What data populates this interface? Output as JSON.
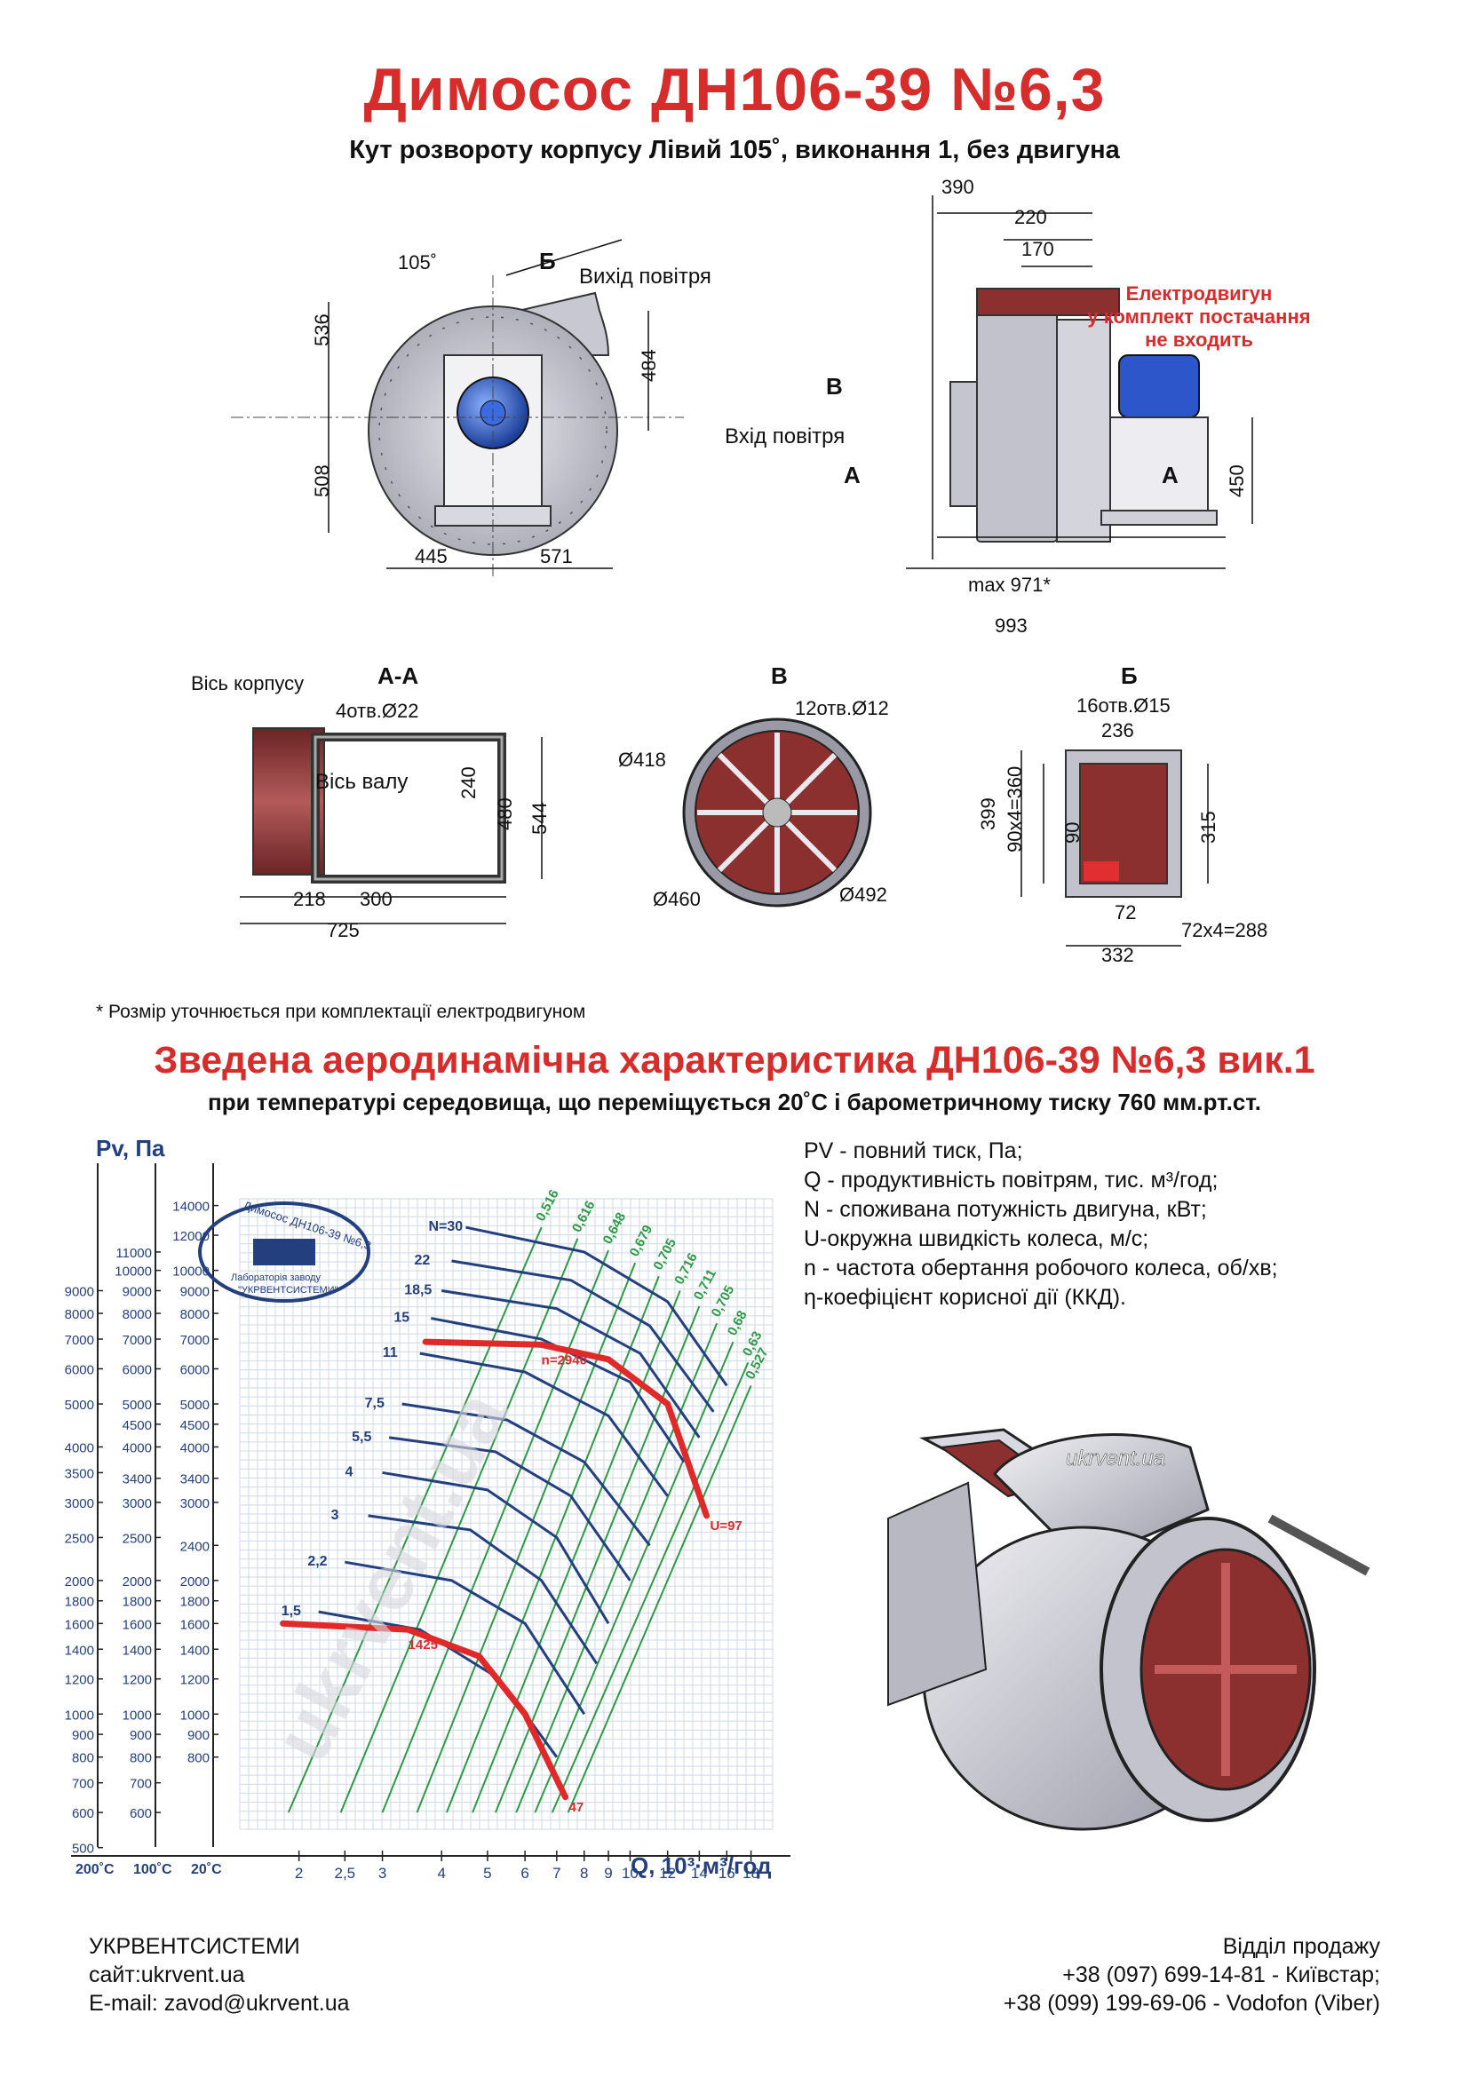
{
  "title": "Димосос  ДН106-39 №6,3",
  "subtitle": "Кут розвороту корпусу Лівий 105˚, виконання 1, без двигуна",
  "front_view": {
    "angle": "105˚",
    "section_b": "Б",
    "air_out": "Вихід повітря",
    "dims": {
      "h_top": "536",
      "h_bottom": "508",
      "h_right": "484",
      "w_left": "445",
      "w_right": "571"
    }
  },
  "side_view": {
    "dims": {
      "d390": "390",
      "d220": "220",
      "d170": "170",
      "d450": "450",
      "max971": "max 971*",
      "d993": "993"
    },
    "motor_note": [
      "Електродвигун",
      "у комплект постачання",
      "не входить"
    ],
    "section_v": "В",
    "air_in": "Вхід повітря",
    "section_a_left": "А",
    "section_a_right": "А"
  },
  "section_aa": {
    "title": "А-А",
    "axis_body": "Вісь корпусу",
    "holes": "4отв.Ø22",
    "axis_shaft": "Вісь валу",
    "dims": {
      "d240": "240",
      "d480": "480",
      "d544": "544",
      "d218": "218",
      "d300": "300",
      "d725": "725"
    }
  },
  "section_v": {
    "title": "В",
    "holes": "12отв.Ø12",
    "d418": "Ø418",
    "d460": "Ø460",
    "d492": "Ø492"
  },
  "section_b": {
    "title": "Б",
    "holes": "16отв.Ø15",
    "dims": {
      "d236": "236",
      "d399": "399",
      "d90x4": "90х4=360",
      "d90": "90",
      "d315": "315",
      "d72": "72",
      "d72x4": "72х4=288",
      "d332": "332"
    }
  },
  "footnote": "* Розмір уточнюється при комплектації електродвигуном",
  "chart_heading": "Зведена аеродинамічна характеристика ДН106-39 №6,3 вик.1",
  "chart_subheading": "при температурі середовища, що переміщується 20˚С і барометричному тиску 760 мм.рт.ст.",
  "chart_data": {
    "type": "line",
    "ylabel": "Pv, Па",
    "xlabel": "Q, 10³·м³/год",
    "scale": "log-log",
    "temperature_columns": [
      "200˚С",
      "100˚С",
      "20˚С"
    ],
    "y_ticks_200C": [
      "9000",
      "8000",
      "7000",
      "6000",
      "5000",
      "4000",
      "3500",
      "3000",
      "2500",
      "2000",
      "1800",
      "1600",
      "1400",
      "1200",
      "1000",
      "900",
      "800",
      "700",
      "600",
      "500"
    ],
    "y_ticks_100C": [
      "11000",
      "10000",
      "9000",
      "8000",
      "7000",
      "6000",
      "5000",
      "4500",
      "4000",
      "3400",
      "3000",
      "2500",
      "2000",
      "1800",
      "1600",
      "1400",
      "1200",
      "1000",
      "900",
      "800",
      "700",
      "600"
    ],
    "y_ticks_20C": [
      "14000",
      "12000",
      "10000",
      "9000",
      "8000",
      "7000",
      "6000",
      "5000",
      "4500",
      "4000",
      "3400",
      "3000",
      "2400",
      "2000",
      "1800",
      "1600",
      "1400",
      "1200",
      "1000",
      "900",
      "800"
    ],
    "x_ticks": [
      "2",
      "2,5",
      "3",
      "4",
      "5",
      "6",
      "7",
      "8",
      "9",
      "10",
      "12",
      "14",
      "16",
      "18"
    ],
    "series": [
      {
        "name": "N=30",
        "values": [
          [
            4.5,
            12500
          ],
          [
            8,
            11000
          ],
          [
            12,
            8500
          ],
          [
            16,
            5500
          ]
        ]
      },
      {
        "name": "22",
        "values": [
          [
            4.2,
            10500
          ],
          [
            7.5,
            9500
          ],
          [
            11,
            7500
          ],
          [
            15,
            4800
          ]
        ]
      },
      {
        "name": "18,5",
        "values": [
          [
            4,
            9000
          ],
          [
            7,
            8200
          ],
          [
            10.5,
            6500
          ],
          [
            14,
            4200
          ]
        ]
      },
      {
        "name": "15",
        "values": [
          [
            3.8,
            7800
          ],
          [
            6.5,
            7000
          ],
          [
            10,
            5600
          ],
          [
            13,
            3700
          ]
        ]
      },
      {
        "name": "11",
        "values": [
          [
            3.6,
            6500
          ],
          [
            6,
            5900
          ],
          [
            9,
            4700
          ],
          [
            12,
            3100
          ]
        ]
      },
      {
        "name": "7,5",
        "values": [
          [
            3.3,
            5000
          ],
          [
            5.5,
            4600
          ],
          [
            8,
            3700
          ],
          [
            11,
            2400
          ]
        ]
      },
      {
        "name": "5,5",
        "values": [
          [
            3.1,
            4200
          ],
          [
            5.2,
            3900
          ],
          [
            7.5,
            3100
          ],
          [
            10,
            2000
          ]
        ]
      },
      {
        "name": "4",
        "values": [
          [
            3,
            3500
          ],
          [
            5,
            3200
          ],
          [
            7,
            2500
          ],
          [
            9,
            1600
          ]
        ]
      },
      {
        "name": "3",
        "values": [
          [
            2.8,
            2800
          ],
          [
            4.6,
            2600
          ],
          [
            6.5,
            2000
          ],
          [
            8.5,
            1300
          ]
        ]
      },
      {
        "name": "2,2",
        "values": [
          [
            2.5,
            2200
          ],
          [
            4.2,
            2000
          ],
          [
            6,
            1600
          ],
          [
            8,
            1000
          ]
        ]
      },
      {
        "name": "1,5",
        "values": [
          [
            2.2,
            1700
          ],
          [
            3.6,
            1550
          ],
          [
            5.3,
            1200
          ],
          [
            7,
            800
          ]
        ]
      }
    ],
    "speed_curves": [
      {
        "name": "n=2940",
        "label_end": "U=97",
        "values": [
          [
            3.7,
            6900
          ],
          [
            6.5,
            6800
          ],
          [
            9,
            6300
          ],
          [
            12,
            5000
          ],
          [
            14.5,
            2800
          ]
        ]
      },
      {
        "name": "1425",
        "label_end": "47",
        "values": [
          [
            1.85,
            1600
          ],
          [
            3.4,
            1550
          ],
          [
            4.8,
            1350
          ],
          [
            6,
            1000
          ],
          [
            7.3,
            650
          ]
        ]
      }
    ],
    "efficiency_labels": [
      "0,516",
      "0,616",
      "0,648",
      "0,679",
      "0,705",
      "0,716",
      "0,711",
      "0,705",
      "0,68",
      "0,63",
      "0,527"
    ],
    "stamp": [
      "Димосос ДН106-39 №6,3",
      "Лабораторія заводу",
      "\"УКРВЕНТСИСТЕМИ\""
    ]
  },
  "legend": [
    "PV - повний тиск, Па;",
    "Q - продуктивність повітрям, тис. м³/год;",
    "N - споживана потужність двигуна, кВт;",
    "U-окружна швидкість колеса, м/с;",
    "n - частота обертання робочого колеса, об/хв;",
    "η-коефіцієнт корисної дії (ККД)."
  ],
  "watermark": "ukrvent.ua",
  "footer": {
    "company": "УКРВЕНТСИСТЕМИ",
    "site": "сайт:ukrvent.ua",
    "email": "E-mail: zavod@ukrvent.ua",
    "sales": "Відділ продажу",
    "phone1": "+38 (097) 699-14-81 - Київстар;",
    "phone2": "+38 (099) 199-69-06 - Vodofon (Viber)"
  },
  "colors": {
    "accent_red": "#d62c2c",
    "chart_blue": "#233f7e",
    "chart_green": "#2e9a45",
    "chart_red": "#e02a2a",
    "body_grey": "#c9c9d3",
    "inner_red": "#8c2f2f"
  }
}
